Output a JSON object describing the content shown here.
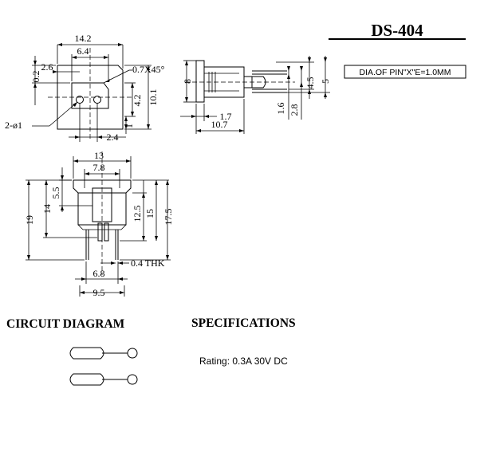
{
  "title": {
    "part_number": "DS-404"
  },
  "note": {
    "pin_dia": "DIA.OF PIN\"X\"E=1.0MM"
  },
  "front_view": {
    "width": "14.2",
    "inner_width": "6.4",
    "left_offset": "2.6",
    "chamfer": "0.7X45°",
    "top_gap": "0.2",
    "pin_spacing": "4.2",
    "height": "10.1",
    "bottom_offset": "1",
    "hole_callout": "2-ø1",
    "pin_pitch": "2.4"
  },
  "side_view": {
    "flange": "8",
    "d1": "1.7",
    "d2": "10.7",
    "pin_a": "4.5",
    "pin_b": "5",
    "pin_c": "1.6",
    "pin_d": "2.8"
  },
  "bottom_view": {
    "top_width": "13",
    "inner_width": "7.8",
    "h_5_5": "5.5",
    "h_14": "14",
    "h_19": "19",
    "h_12_5": "12.5",
    "h_15": "15",
    "h_17_5": "17.5",
    "thickness": "0.4 THK",
    "pin_span": "6.8",
    "base_width": "9.5"
  },
  "sections": {
    "circuit_heading": "CIRCUIT  DIAGRAM",
    "spec_heading": "SPECIFICATIONS",
    "rating": "Rating: 0.3A 30V DC"
  }
}
